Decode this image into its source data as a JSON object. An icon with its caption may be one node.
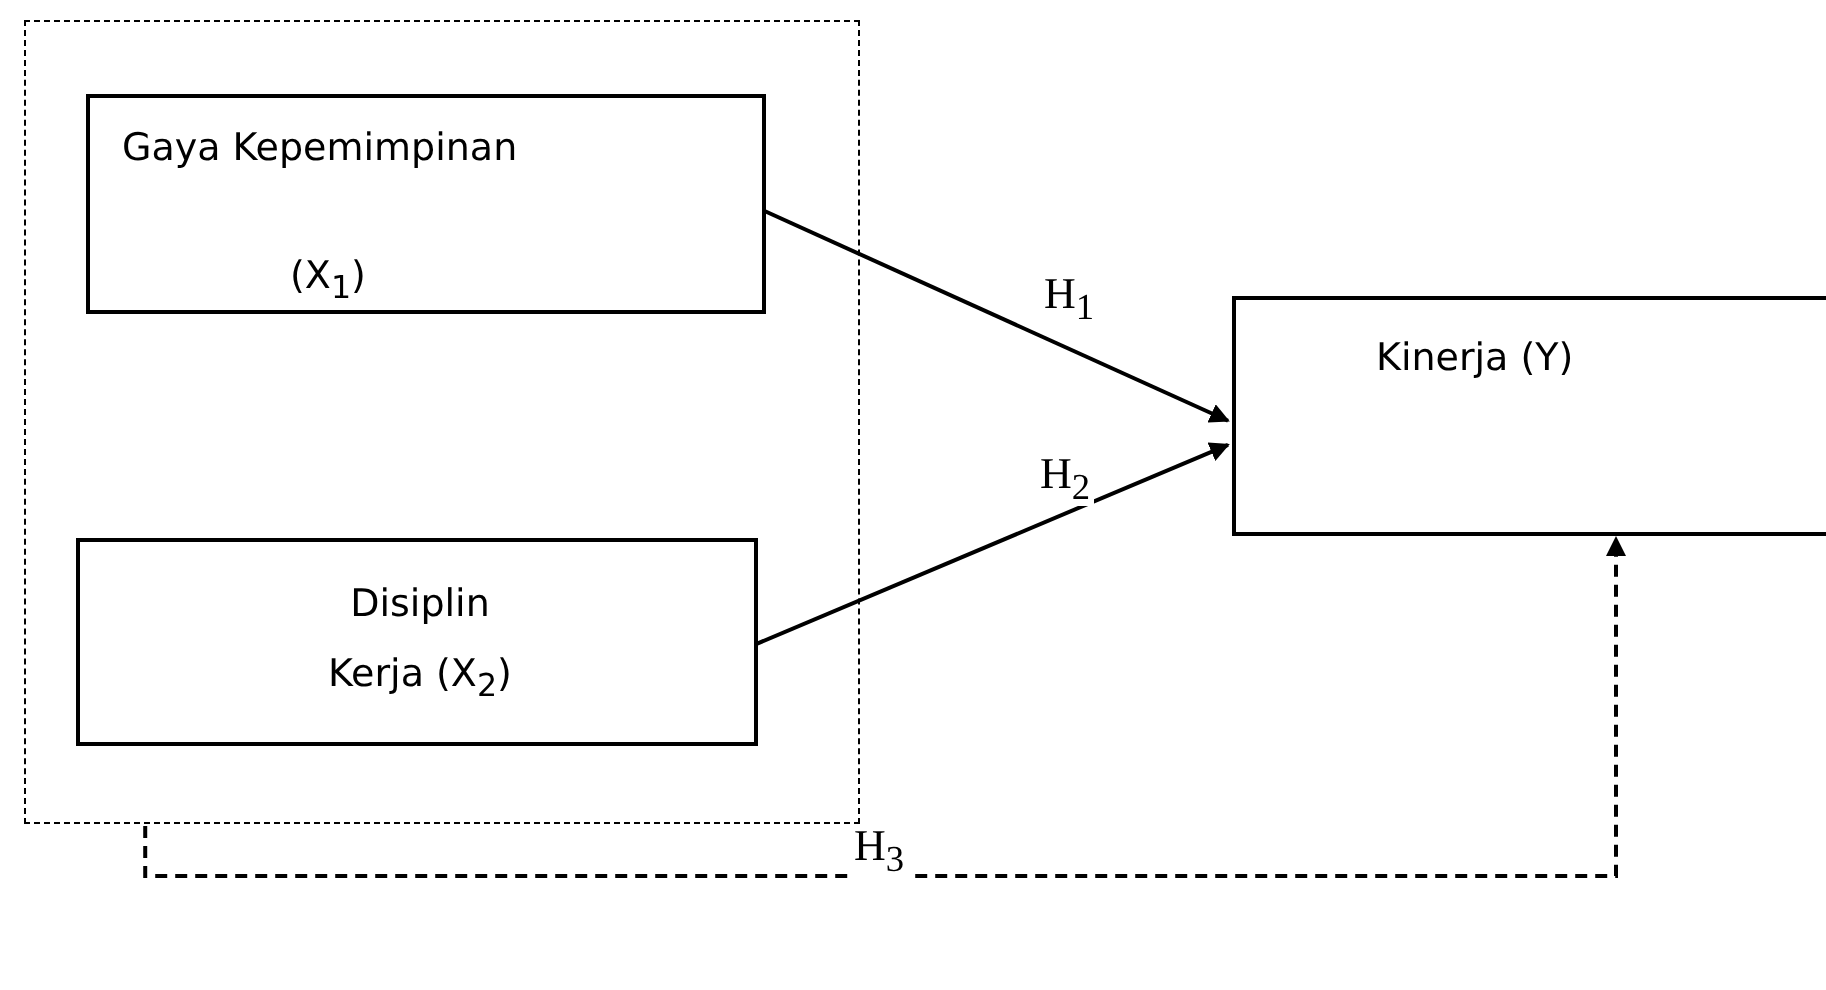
{
  "diagram": {
    "nodes": [
      {
        "text": [],
        "shape": "box"
      },
      {
        "text": [
          "Gaya Kepemimpinan",
          "(X$_{1}$)"
        ],
        "in": 0
      },
      {
        "text": [
          "Disiplin Kerja (X$_{2}$)"
        ],
        "in": 0
      },
      {
        "text": [
          "Kinerja (Y)"
        ]
      }
    ],
    "edges": [
      {
        "from": 1,
        "to": 3,
        "arrow": "to",
        "label": "H$_{1}$"
      },
      {
        "from": 2,
        "to": 3,
        "arrow": "to",
        "label": "H$_{2}$"
      },
      {
        "from": 0,
        "to": 3,
        "arrow": "to",
        "label": "H$_{3}$",
        "style": "dashed"
      }
    ]
  }
}
